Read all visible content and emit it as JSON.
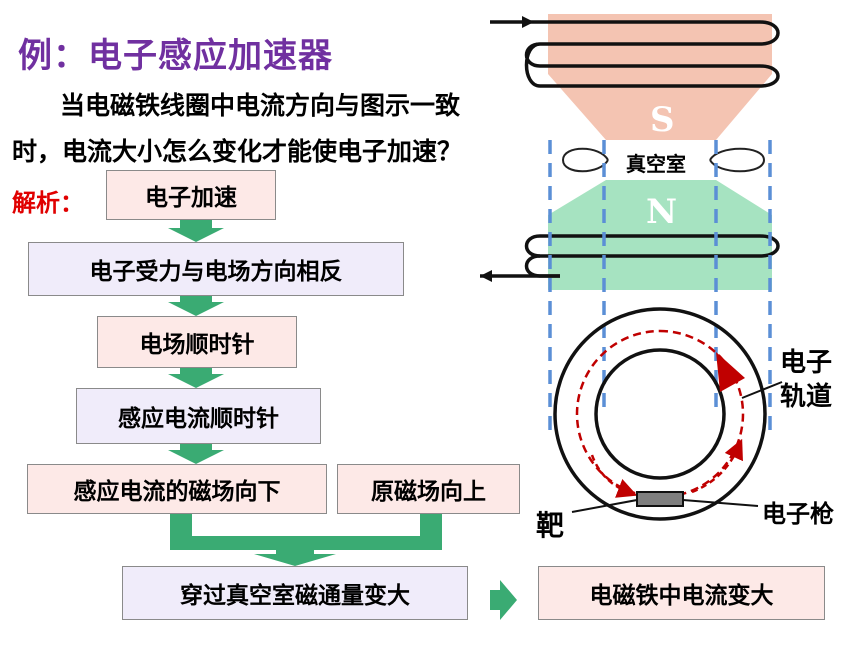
{
  "title": "例：电子感应加速器",
  "question": {
    "line1": "当电磁铁线圈中电流方向与图示一致",
    "line2": "时，电流大小怎么变化才能使电子加速？"
  },
  "analysis_label": "解析：",
  "flow": {
    "step1": "电子加速",
    "step2": "电子受力与电场方向相反",
    "step3": "电场顺时针",
    "step4": "感应电流顺时针",
    "step5a": "感应电流的磁场向下",
    "step5b": "原磁场向上",
    "step6": "穿过真空室磁通量变大",
    "result": "电磁铁中电流变大"
  },
  "apparatus": {
    "pole_top": "S",
    "pole_bottom": "N",
    "chamber": "真空室",
    "orbit_label_1": "电子",
    "orbit_label_2": "轨道",
    "target": "靶",
    "gun": "电子枪"
  },
  "colors": {
    "title": "#7030a0",
    "analysis": "#e00000",
    "flow_arrow": "#3aab73",
    "pole_s": "#f4c4b2",
    "pole_n": "#a6e3c1",
    "dashed": "#5b8fd6",
    "orbit": "#c00000"
  }
}
